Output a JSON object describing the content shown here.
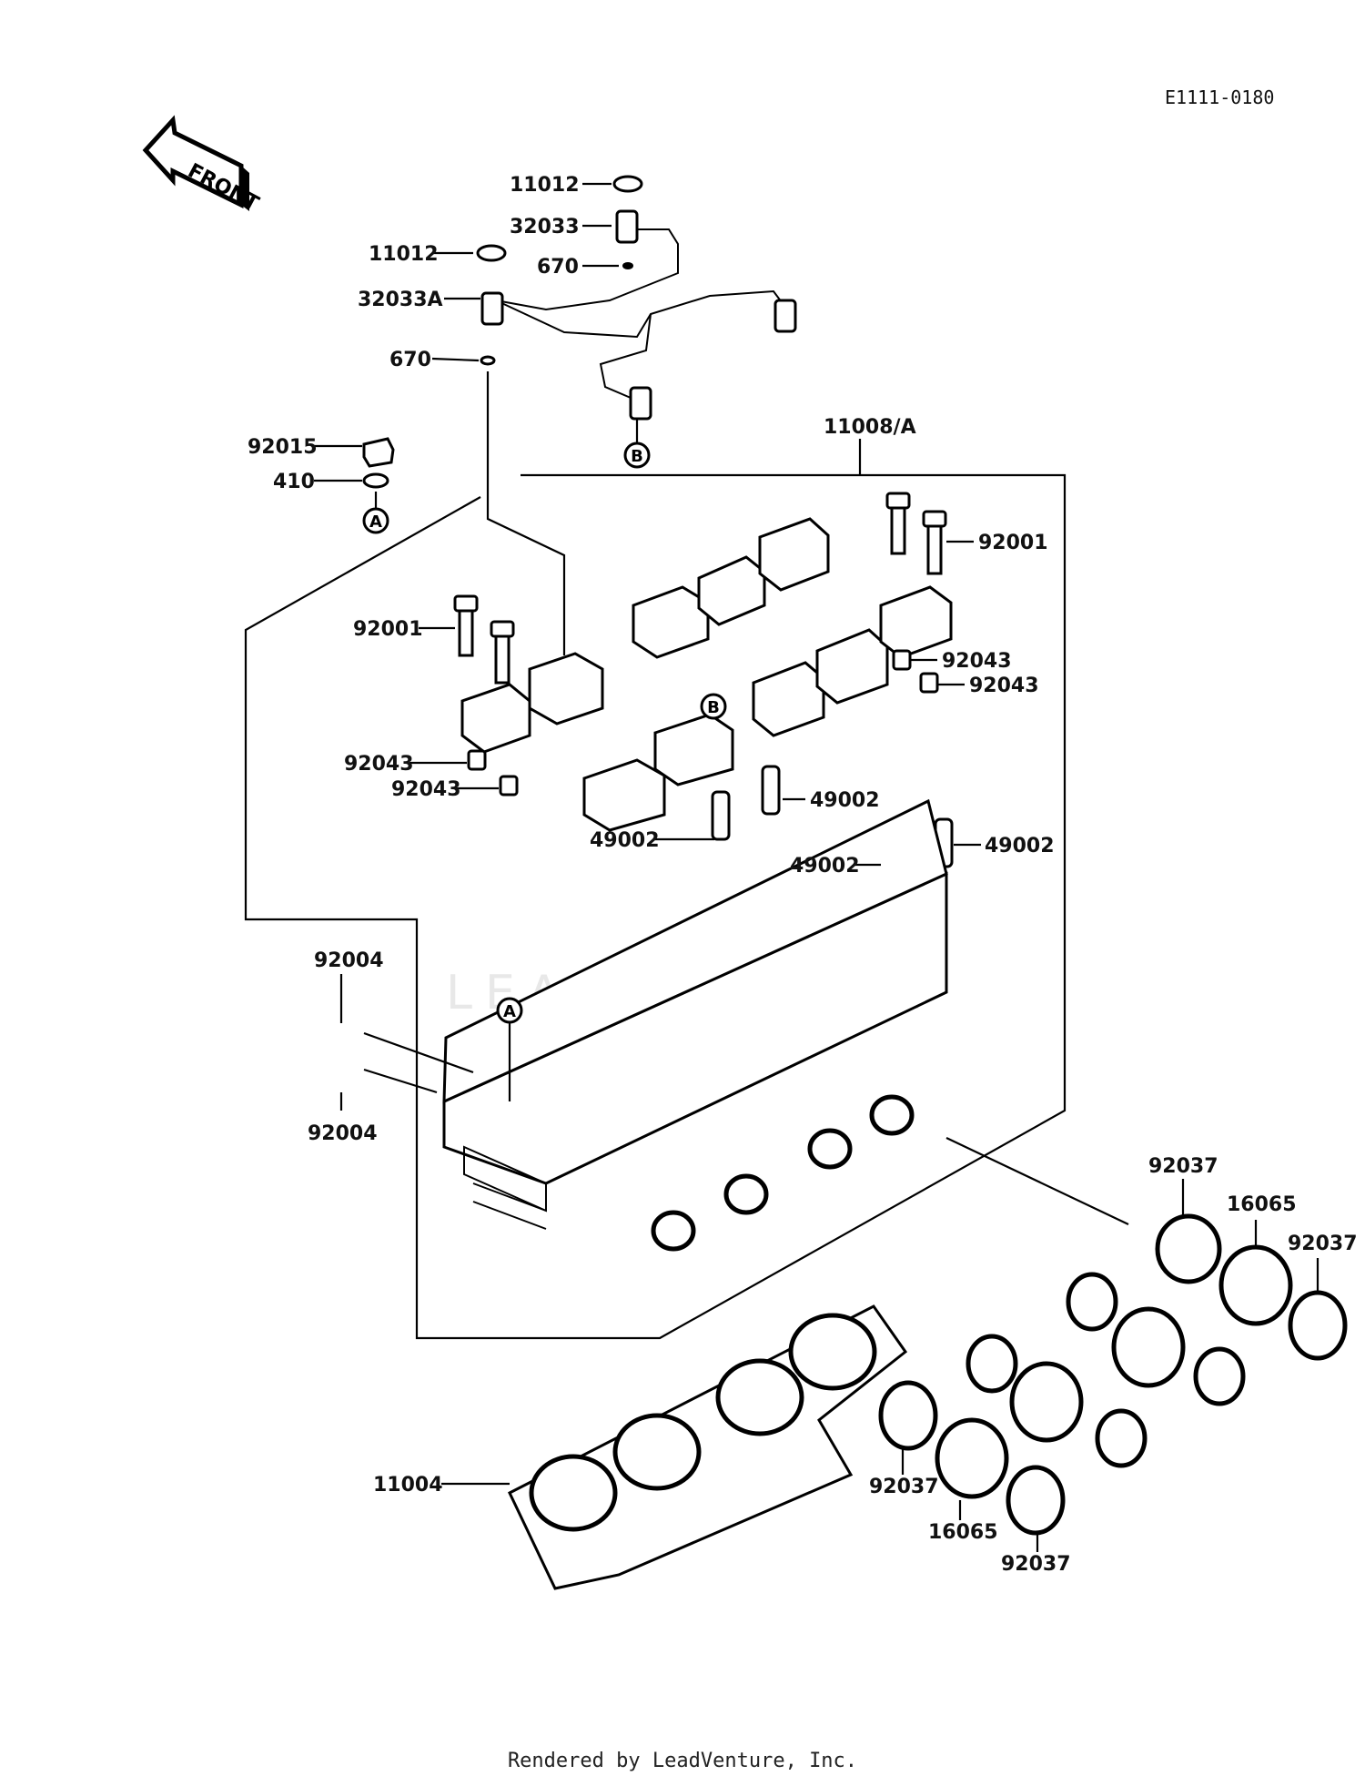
{
  "diagram_code": "E1111-0180",
  "front_label": "FRONT",
  "footer": "Rendered by LeadVenture, Inc.",
  "watermark": "LEADVENTURE",
  "reference_markers": [
    "A",
    "B"
  ],
  "callouts": {
    "c11012a": "11012",
    "c32033": "32033",
    "c11012b": "11012",
    "c670a": "670",
    "c32033A": "32033A",
    "c670b": "670",
    "c11008A": "11008/A",
    "c92015": "92015",
    "c410": "410",
    "c92001a": "92001",
    "c92001b": "92001",
    "c92043a": "92043",
    "c92043b": "92043",
    "c92043c": "92043",
    "c92043d": "92043",
    "c49002a": "49002",
    "c49002b": "49002",
    "c49002c": "49002",
    "c49002d": "49002",
    "c92004a": "92004",
    "c92004b": "92004",
    "c92037a": "92037",
    "c16065a": "16065",
    "c92037b": "92037",
    "c11004": "11004",
    "c92037c": "92037",
    "c16065b": "16065",
    "c92037d": "92037"
  }
}
